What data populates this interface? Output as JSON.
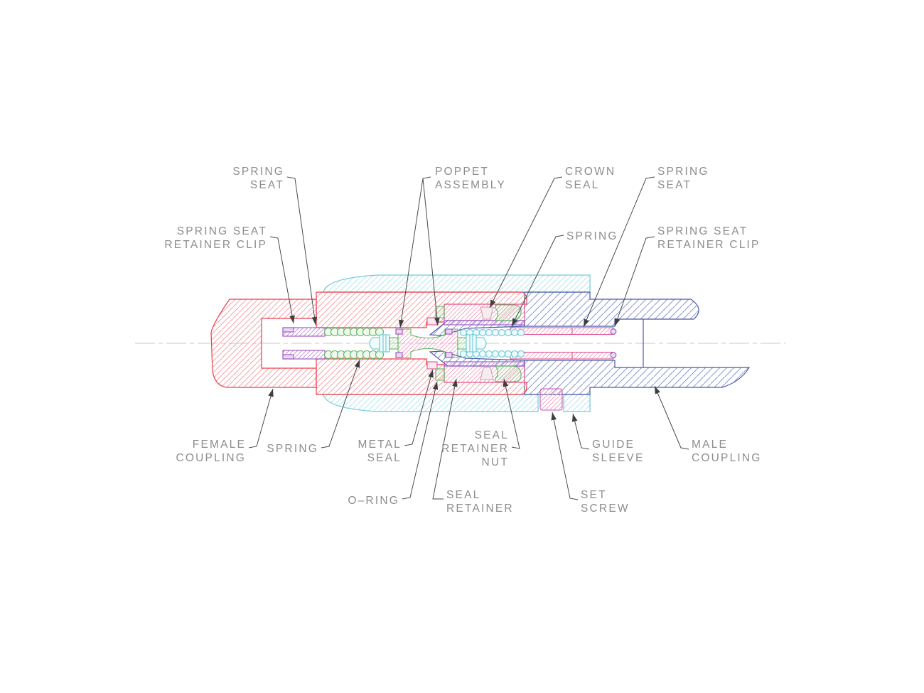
{
  "diagram": {
    "description": "Cross-section engineering drawing of a poppet-style quick-disconnect coupling, full section view on a horizontal centerline",
    "labels": {
      "spring_seat_top_left": {
        "line1": "SPRING",
        "line2": "SEAT"
      },
      "spring_seat_retainer_clip_left": {
        "line1": "SPRING SEAT",
        "line2": "RETAINER CLIP"
      },
      "poppet_assembly": {
        "line1": "POPPET",
        "line2": "ASSEMBLY"
      },
      "crown_seal": {
        "line1": "CROWN",
        "line2": "SEAL"
      },
      "spring_right": {
        "line1": "SPRING"
      },
      "spring_seat_top_right": {
        "line1": "SPRING",
        "line2": "SEAT"
      },
      "spring_seat_retainer_clip_right": {
        "line1": "SPRING SEAT",
        "line2": "RETAINER CLIP"
      },
      "female_coupling": {
        "line1": "FEMALE",
        "line2": "COUPLING"
      },
      "spring_bottom": {
        "line1": "SPRING"
      },
      "metal_seal": {
        "line1": "METAL",
        "line2": "SEAL"
      },
      "o_ring": {
        "line1": "O–RING"
      },
      "seal_retainer": {
        "line1": "SEAL",
        "line2": "RETAINER"
      },
      "seal_retainer_nut": {
        "line1": "SEAL",
        "line2": "RETAINER",
        "line3": "NUT"
      },
      "guide_sleeve": {
        "line1": "GUIDE",
        "line2": "SLEEVE"
      },
      "set_screw": {
        "line1": "SET",
        "line2": "SCREW"
      },
      "male_coupling": {
        "line1": "MALE",
        "line2": "COUPLING"
      }
    },
    "colors": {
      "female_coupling": "#ee3d4a",
      "male_coupling": "#4e59a6",
      "outer_sleeve": "#72ccdb",
      "spring_and_seat_right": "#d9529f",
      "spring_seat_left": "#9a4fc0",
      "springs_and_seals_green": "#5cb85c",
      "label_text": "#8d8d8d",
      "leader_lines": "#4a4a4a",
      "centerline": "#c8c8c8"
    }
  }
}
